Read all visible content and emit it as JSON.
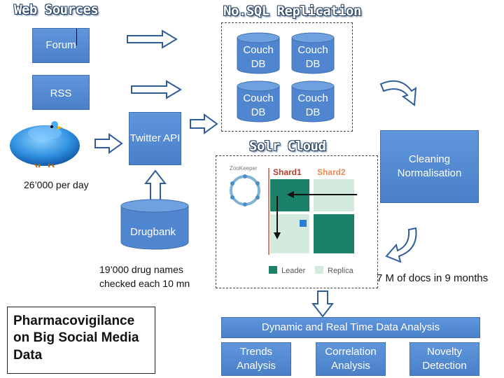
{
  "headings": {
    "web_sources": "Web Sources",
    "nosql_replication": "No.SQL Replication",
    "solr_cloud": "Solr Cloud"
  },
  "sources": {
    "forum": "Forum",
    "rss": "RSS",
    "twitter_api": "Twitter API",
    "per_day": "26’000 per day"
  },
  "couchdb": [
    "Couch DB",
    "Couch DB",
    "Couch DB",
    "Couch DB"
  ],
  "drugbank": {
    "label": "Drugbank",
    "note_line1": "19’000 drug names",
    "note_line2": "checked each 10 mn"
  },
  "solr_image": {
    "zookeeper": "ZooKeeper",
    "shard1": "Shard1",
    "shard2": "Shard2",
    "leader": "Leader",
    "replica": "Replica"
  },
  "cleaning": "Cleaning Normalisation",
  "docs_count": "7 M of docs in 9 months",
  "analysis": {
    "title": "Dynamic and Real Time Data Analysis",
    "trends": "Trends Analysis",
    "correlation": "Correlation Analysis",
    "novelty": "Novelty Detection"
  },
  "project_title": "Pharmacovigilance on Big Social Media Data",
  "colors": {
    "box_fill": "#4f86cf",
    "heading_outline": "#243f60",
    "shard_dark": "#1b8068",
    "shard_light": "#d5eadf",
    "shard2_label": "#e88a52",
    "shard1_label": "#c0392b"
  }
}
